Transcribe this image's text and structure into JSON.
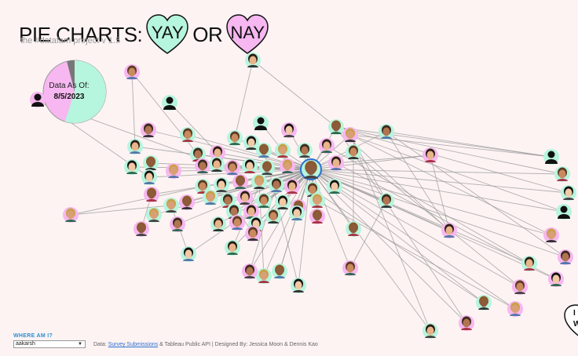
{
  "header": {
    "title_prefix": "PIE CHARTS:",
    "yay_label": "YAY",
    "or_label": "OR",
    "nay_label": "NAY",
    "subtitle": "the #datafam project v 1.5"
  },
  "data_as_of": {
    "label": "Data As Of:",
    "date": "8/5/2023",
    "yay_fraction": 0.55
  },
  "where_am_i": {
    "label": "WHERE AM I?",
    "selected": "aakarsh"
  },
  "footer": {
    "data_prefix": "Data:",
    "survey_link": "Survey Submissions",
    "api_text": "& Tableau Public API",
    "separator": "|",
    "designed_by": "Designed By: Jessica Moon & Dennis Kao"
  },
  "edge_heart": {
    "line1": "I",
    "line2": "W"
  },
  "colors": {
    "yay": "#b6f5de",
    "nay": "#f7b7f0",
    "edge": "#9a9a9a",
    "background": "#fdf3f3",
    "link": "#2b8fd1"
  }
}
